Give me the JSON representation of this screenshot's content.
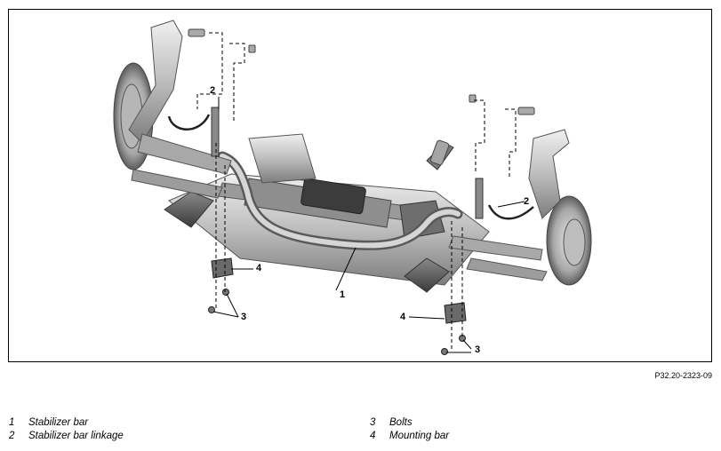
{
  "figure": {
    "code": "P32.20-2323-09",
    "callouts": [
      "1",
      "2",
      "2",
      "3",
      "3",
      "4",
      "4"
    ]
  },
  "legend": {
    "left": [
      {
        "num": "1",
        "label": "Stabilizer bar"
      },
      {
        "num": "2",
        "label": "Stabilizer bar linkage"
      }
    ],
    "right": [
      {
        "num": "3",
        "label": "Bolts"
      },
      {
        "num": "4",
        "label": "Mounting bar"
      }
    ]
  }
}
